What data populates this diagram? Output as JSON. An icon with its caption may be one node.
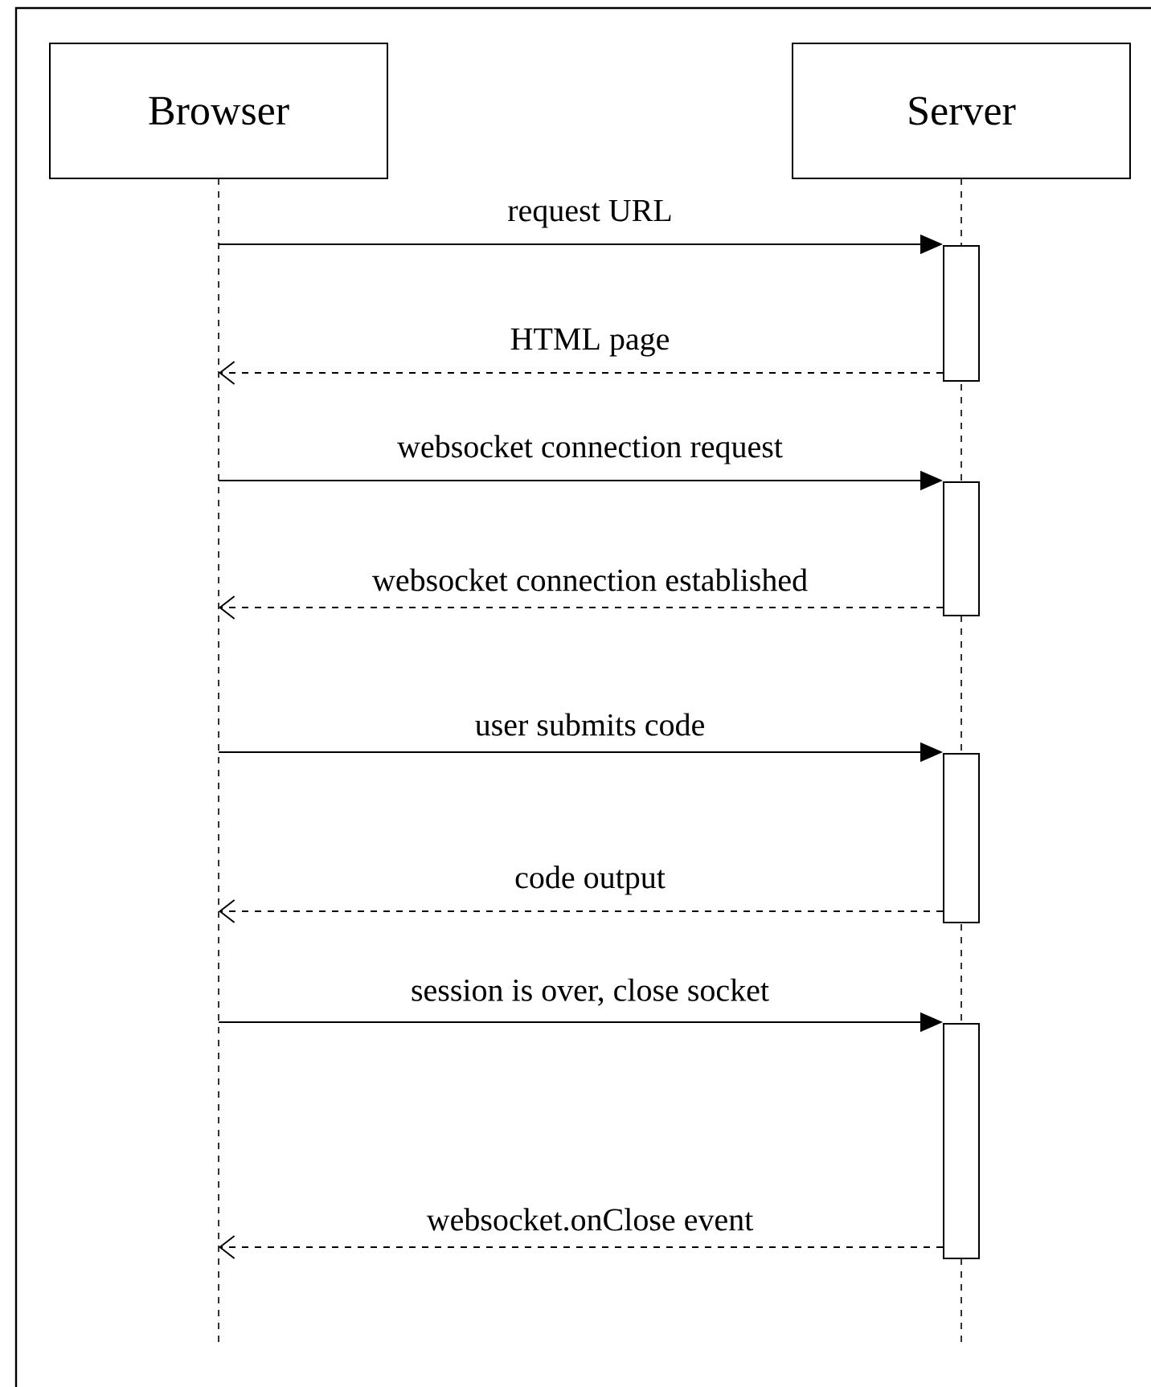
{
  "diagram": {
    "nodes": [
      {
        "text": [
          "Browser"
        ]
      },
      {
        "text": [
          "Server"
        ]
      },
      {
        "text": [],
        "shape": "bar"
      },
      {
        "text": [],
        "shape": "bar"
      },
      {
        "text": [],
        "shape": "bar"
      },
      {
        "text": [],
        "shape": "bar"
      }
    ],
    "edges": [
      {
        "from": 0,
        "to": 2,
        "arrow": "to",
        "label": "request URL"
      },
      {
        "from": 2,
        "to": 0,
        "arrow": "to",
        "label": "HTML page",
        "style": "dashed"
      },
      {
        "from": 0,
        "to": 3,
        "arrow": "to",
        "label": "websocket connection request"
      },
      {
        "from": 3,
        "to": 0,
        "arrow": "to",
        "label": "websocket connection established",
        "style": "dashed"
      },
      {
        "from": 0,
        "to": 4,
        "arrow": "to",
        "label": "user submits code"
      },
      {
        "from": 4,
        "to": 0,
        "arrow": "to",
        "label": "code output",
        "style": "dashed"
      },
      {
        "from": 0,
        "to": 5,
        "arrow": "to",
        "label": "session is over, close socket"
      },
      {
        "from": 5,
        "to": 0,
        "arrow": "to",
        "label": "websocket.onClose event",
        "style": "dashed"
      }
    ]
  }
}
